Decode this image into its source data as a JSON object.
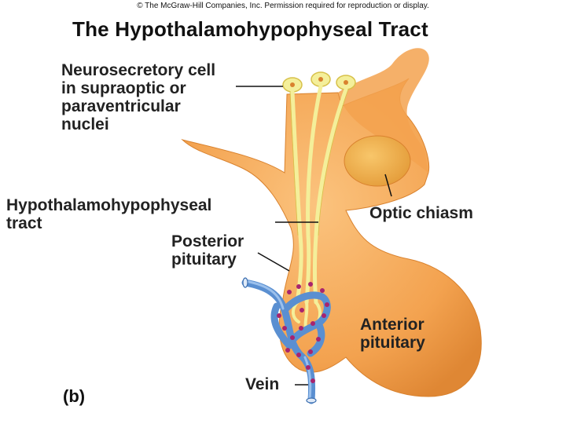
{
  "copyright": "© The McGraw-Hill Companies, Inc. Permission required for reproduction or display.",
  "title": "The Hypothalamohypophyseal Tract",
  "labels": {
    "neurosecretory": [
      "Neurosecretory cell",
      "in supraoptic or",
      "paraventricular",
      "nuclei"
    ],
    "tract": [
      "Hypothalamohypophyseal",
      "tract"
    ],
    "posterior": [
      "Posterior",
      "pituitary"
    ],
    "optic": "Optic chiasm",
    "anterior": [
      "Anterior",
      "pituitary"
    ],
    "vein": "Vein"
  },
  "panel": "(b)",
  "colors": {
    "tissue": "#f5a95a",
    "tissue_dark": "#d9822e",
    "chiasm": "#f2b04e",
    "nerve": "#f4ef9a",
    "vessel": "#5a8fd1",
    "dot": "#a8246e"
  }
}
